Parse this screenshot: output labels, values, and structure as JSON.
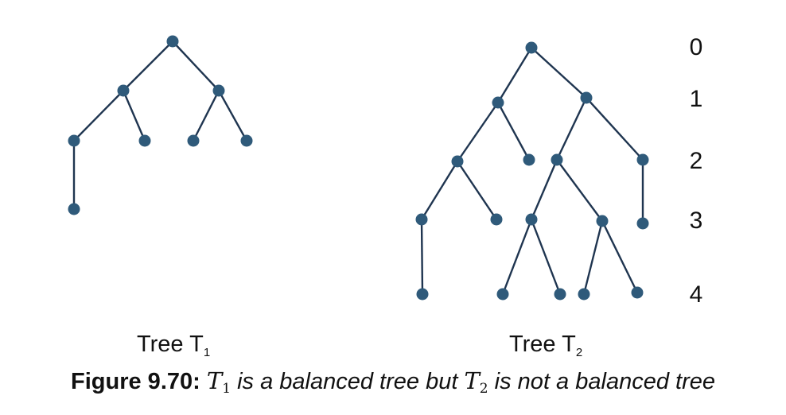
{
  "trees": [
    {
      "id": "t1",
      "caption_main": "Tree T",
      "caption_sub": "1",
      "nodes": [
        {
          "id": "r"
        },
        {
          "id": "a"
        },
        {
          "id": "b"
        },
        {
          "id": "c"
        },
        {
          "id": "d"
        },
        {
          "id": "e"
        },
        {
          "id": "f"
        },
        {
          "id": "g"
        }
      ],
      "edges": [
        [
          "r",
          "a"
        ],
        [
          "r",
          "b"
        ],
        [
          "a",
          "c"
        ],
        [
          "a",
          "d"
        ],
        [
          "b",
          "e"
        ],
        [
          "b",
          "f"
        ],
        [
          "c",
          "g"
        ]
      ]
    },
    {
      "id": "t2",
      "caption_main": "Tree T",
      "caption_sub": "2",
      "nodes": [
        {
          "id": "r"
        },
        {
          "id": "a"
        },
        {
          "id": "b"
        },
        {
          "id": "c"
        },
        {
          "id": "d"
        },
        {
          "id": "e"
        },
        {
          "id": "f"
        },
        {
          "id": "g"
        },
        {
          "id": "h"
        },
        {
          "id": "i"
        },
        {
          "id": "j"
        },
        {
          "id": "k"
        },
        {
          "id": "l"
        },
        {
          "id": "m"
        },
        {
          "id": "n"
        },
        {
          "id": "o"
        },
        {
          "id": "p"
        }
      ],
      "edges": [
        [
          "r",
          "a"
        ],
        [
          "r",
          "b"
        ],
        [
          "a",
          "c"
        ],
        [
          "a",
          "d"
        ],
        [
          "b",
          "e"
        ],
        [
          "b",
          "f"
        ],
        [
          "c",
          "g"
        ],
        [
          "c",
          "h"
        ],
        [
          "e",
          "i"
        ],
        [
          "e",
          "j"
        ],
        [
          "f",
          "k"
        ],
        [
          "g",
          "l"
        ],
        [
          "i",
          "m"
        ],
        [
          "i",
          "n"
        ],
        [
          "j",
          "o"
        ],
        [
          "j",
          "p"
        ]
      ]
    }
  ],
  "levels": [
    "0",
    "1",
    "2",
    "3",
    "4"
  ],
  "caption": {
    "figure_number": "Figure 9.70:",
    "t1_symbol": "T",
    "t1_subscript": "1",
    "middle_text": " is a balanced tree but ",
    "t2_symbol": "T",
    "t2_subscript": "2",
    "end_text": " is not a balanced tree"
  },
  "colors": {
    "node": "#2f5a7a",
    "edge": "#1f3550",
    "text": "#111111"
  }
}
